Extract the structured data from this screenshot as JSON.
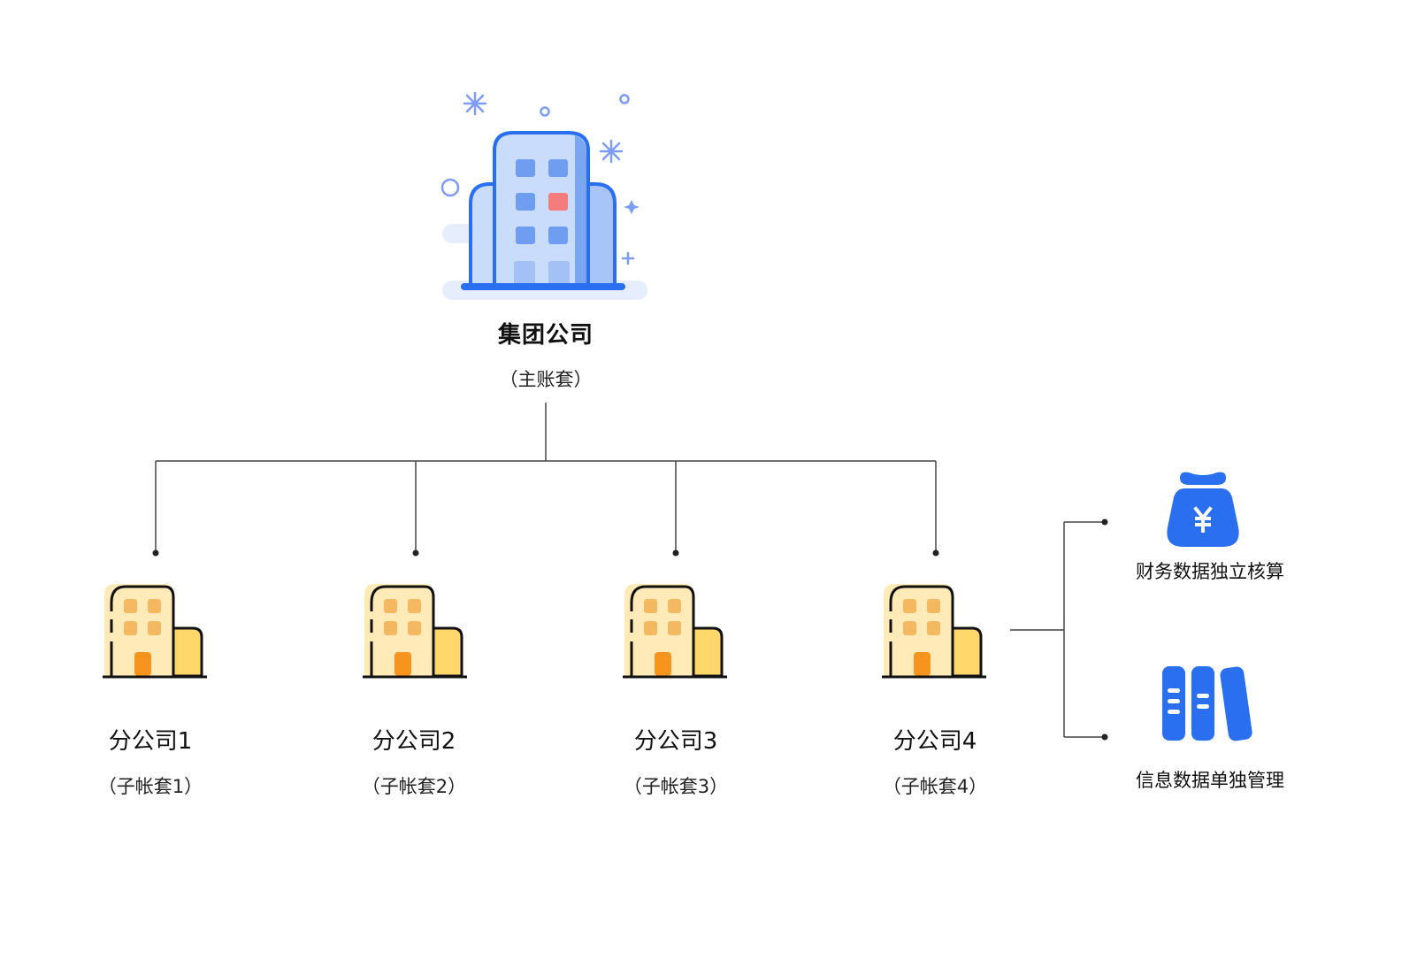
{
  "root": {
    "title": "集团公司",
    "subtitle": "（主账套）",
    "icon": "office-building-icon"
  },
  "branches": [
    {
      "title": "分公司1",
      "subtitle": "（子帐套1）",
      "icon": "branch-building-icon"
    },
    {
      "title": "分公司2",
      "subtitle": "（子帐套2）",
      "icon": "branch-building-icon"
    },
    {
      "title": "分公司3",
      "subtitle": "（子帐套3）",
      "icon": "branch-building-icon"
    },
    {
      "title": "分公司4",
      "subtitle": "（子帐套4）",
      "icon": "branch-building-icon"
    }
  ],
  "features": [
    {
      "label": "财务数据独立核算",
      "icon": "money-bag-yen-icon"
    },
    {
      "label": "信息数据单独管理",
      "icon": "books-icon"
    }
  ],
  "colors": {
    "primary_blue": "#2a6ff0",
    "light_blue": "#c9dcfb",
    "accent_red": "#f47c7c",
    "building_yellow": "#ffeab8",
    "building_side": "#ffd76a",
    "window_orange": "#f4b860",
    "door_orange": "#f7941d",
    "line_gray": "#444444"
  }
}
